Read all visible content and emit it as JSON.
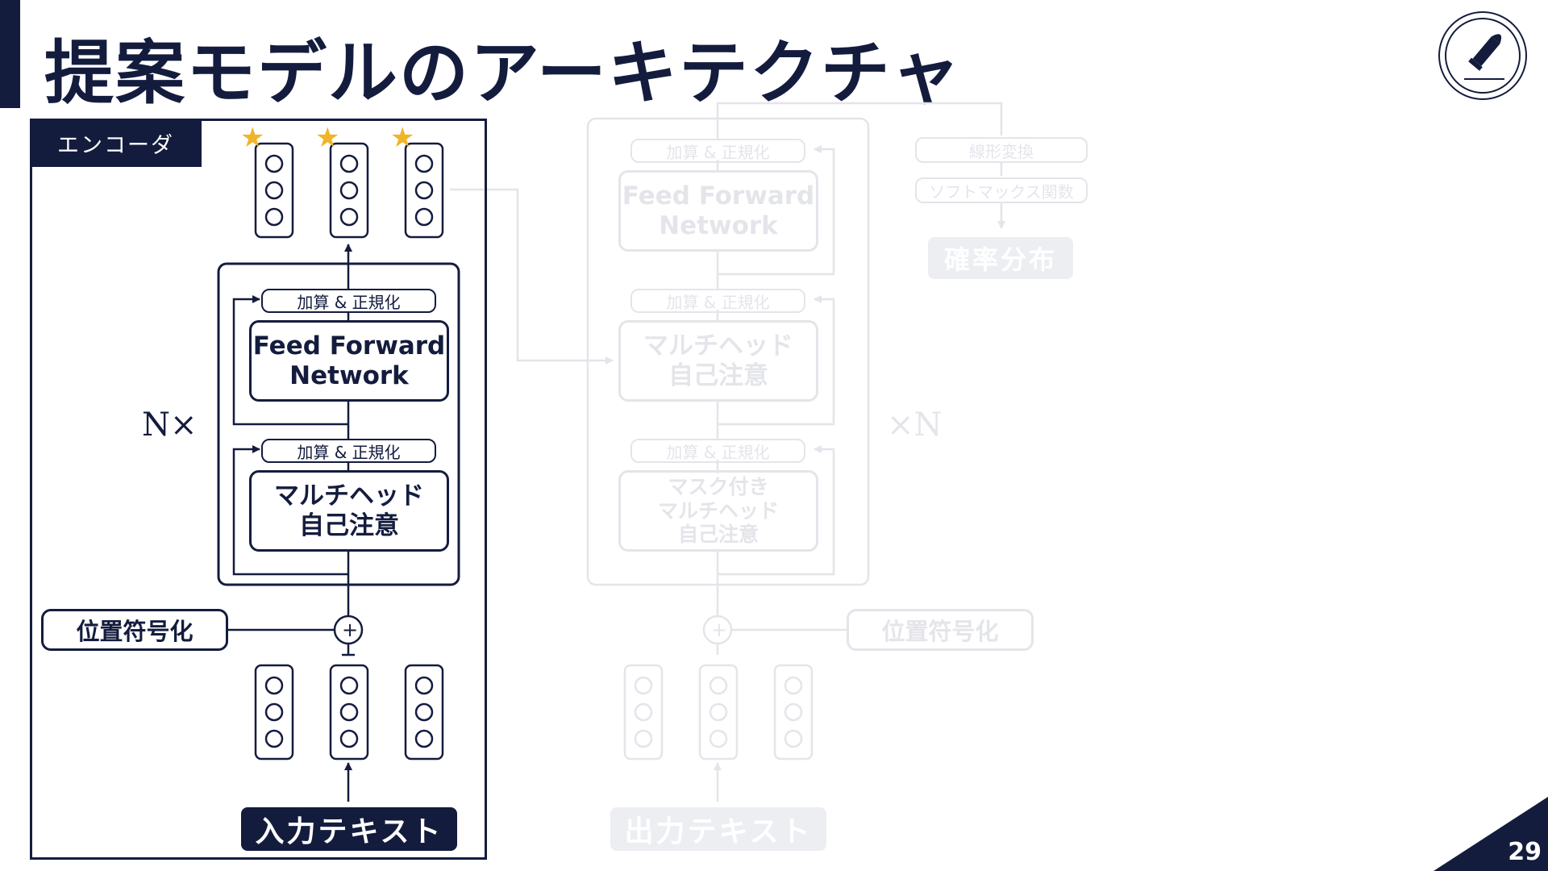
{
  "slide": {
    "title": "提案モデルのアーキテクチャ",
    "page_number": "29",
    "logo_icon": "bullet-icon"
  },
  "encoder": {
    "label": "エンコーダ",
    "repeat_label": "N×",
    "norm_top": "加算 & 正規化",
    "ffn": "Feed Forward\nNetwork",
    "norm_bottom": "加算 & 正規化",
    "attention": "マルチヘッド\n自己注意",
    "positional": "位置符号化",
    "input": "入力テキスト",
    "output_star_icon": "star-icon"
  },
  "decoder": {
    "repeat_label": "×N",
    "norm_1": "加算 & 正規化",
    "ffn": "Feed Forward\nNetwork",
    "norm_2": "加算 & 正規化",
    "cross_attention": "マルチヘッド\n自己注意",
    "norm_3": "加算 & 正規化",
    "masked_attention": "マスク付き\nマルチヘッド\n自己注意",
    "positional": "位置符号化",
    "output": "出力テキスト",
    "linear": "線形変換",
    "softmax": "ソフトマックス関数",
    "probability": "確率分布"
  },
  "colors": {
    "navy": "#141c3e",
    "ghost": "#e4e5ea",
    "star": "#f0b429"
  }
}
